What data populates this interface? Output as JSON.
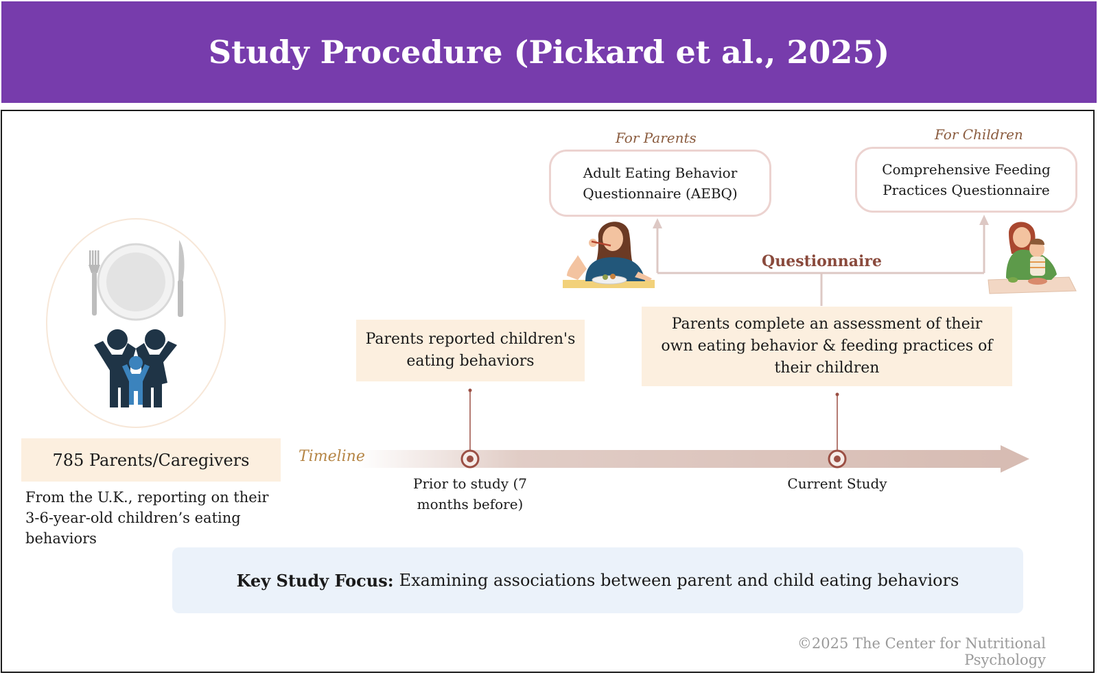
{
  "header": {
    "title": "Study Procedure (Pickard et al., 2025)"
  },
  "questionnaires": {
    "connector_label": "Questionnaire",
    "parents": {
      "caption": "For Parents",
      "text": "Adult Eating Behavior Questionnaire (AEBQ)"
    },
    "children": {
      "caption": "For Children",
      "text": "Comprehensive Feeding Practices Questionnaire"
    }
  },
  "participants": {
    "count_label": "785 Parents/Caregivers",
    "description": "From the U.K., reporting on their 3-6-year-old children’s eating behaviors"
  },
  "timeline": {
    "label": "Timeline",
    "events": [
      {
        "box": "Parents reported children's eating behaviors",
        "label": "Prior to study (7 months before)"
      },
      {
        "box": "Parents complete an assessment of their own eating behavior  & feeding practices of their children",
        "label": "Current Study"
      }
    ]
  },
  "focus": {
    "heading": "Key Study Focus:",
    "text": "Examining associations between parent and child eating behaviors"
  },
  "footer": {
    "copyright": "©2025 The Center for Nutritional Psychology"
  },
  "colors": {
    "header_bg": "#773cac",
    "box_peach": "#fcefdf",
    "focus_bg": "#ebf2fa",
    "accent_brown": "#8a5b3e",
    "timeline_arrow": "#d7bcb3",
    "marker": "#9b4f44"
  },
  "icons": [
    "plate-cutlery-icon",
    "family-icon",
    "mother-eating-icon",
    "parent-feeding-child-icon"
  ]
}
